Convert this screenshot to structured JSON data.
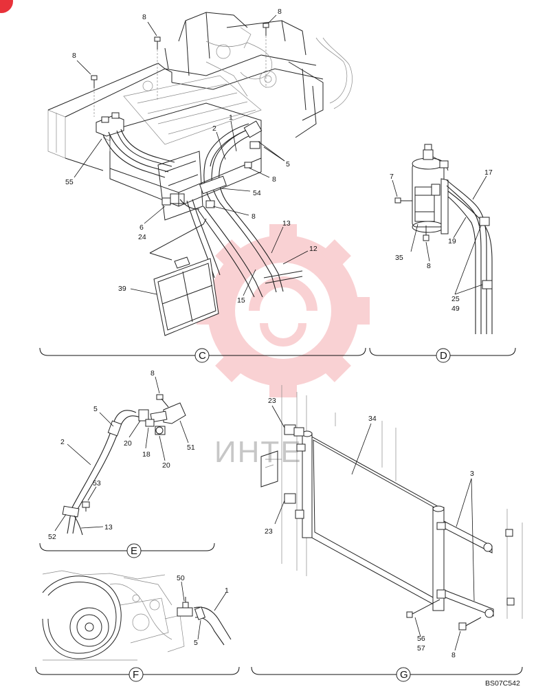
{
  "sections": [
    {
      "letter": "C"
    },
    {
      "letter": "D"
    },
    {
      "letter": "E"
    },
    {
      "letter": "F"
    },
    {
      "letter": "G"
    }
  ],
  "callouts": {
    "c": [
      "8",
      "8",
      "8",
      "55",
      "2",
      "1",
      "5",
      "8",
      "54",
      "6",
      "24",
      "8",
      "13",
      "12",
      "39",
      "15"
    ],
    "d": [
      "7",
      "17",
      "19",
      "35",
      "8",
      "25",
      "49"
    ],
    "e": [
      "8",
      "5",
      "20",
      "18",
      "20",
      "51",
      "2",
      "53",
      "52",
      "13"
    ],
    "f": [
      "50",
      "1",
      "5"
    ],
    "g": [
      "23",
      "34",
      "3",
      "23",
      "56",
      "57",
      "8"
    ]
  },
  "watermark": {
    "text": "ИНТЕХ",
    "color": "#e8323a"
  },
  "corner_badge_color": "#e8323a",
  "drawing_code": "BS07C542"
}
